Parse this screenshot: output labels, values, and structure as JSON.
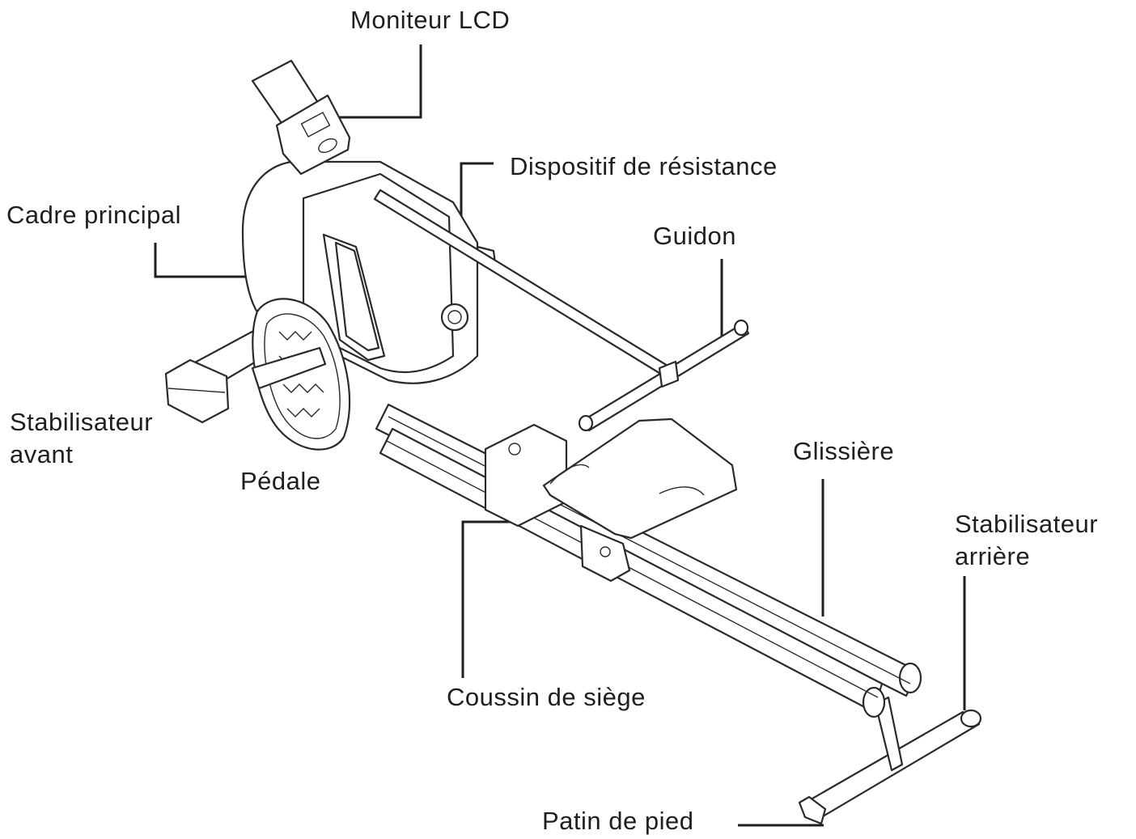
{
  "labels": {
    "lcd_monitor": "Moniteur LCD",
    "resistance": "Dispositif de résistance",
    "main_frame": "Cadre principal",
    "handlebar": "Guidon",
    "front_stabilizer_1": "Stabilisateur",
    "front_stabilizer_2": "avant",
    "pedal": "Pédale",
    "rail": "Glissière",
    "rear_stabilizer_1": "Stabilisateur",
    "rear_stabilizer_2": "arrière",
    "seat_cushion": "Coussin de siège",
    "foot_pad": "Patin de pied"
  }
}
